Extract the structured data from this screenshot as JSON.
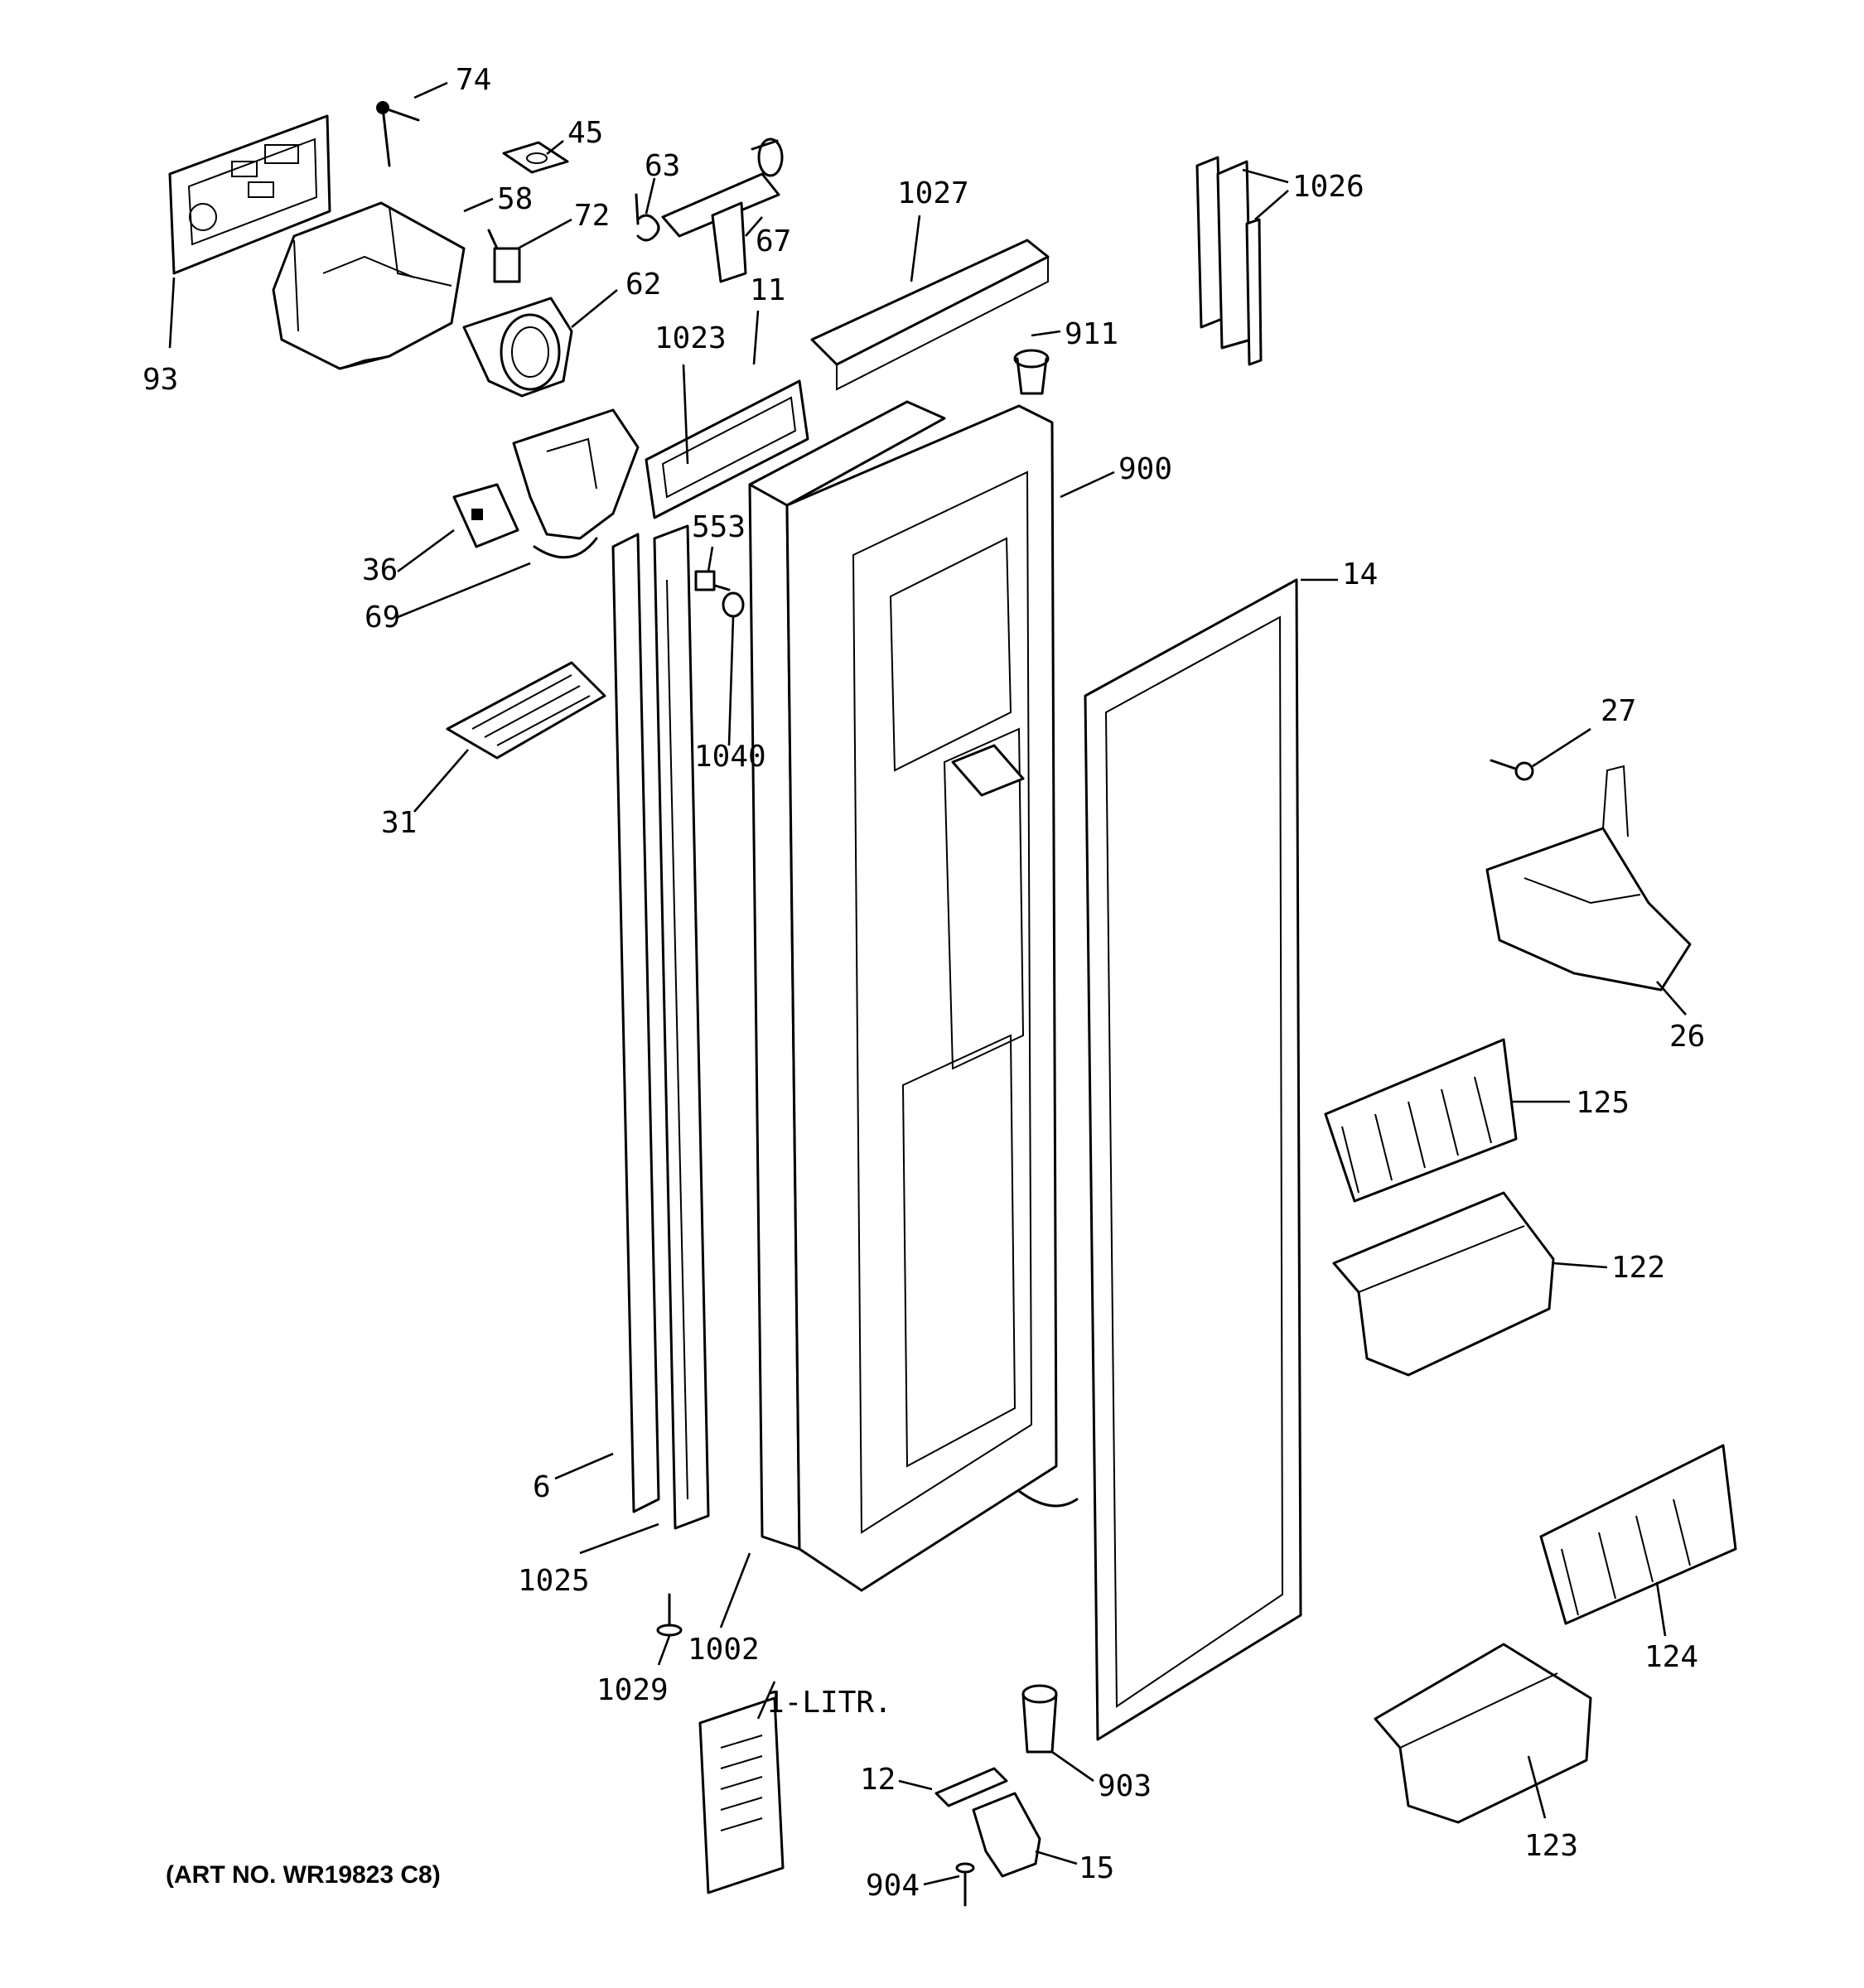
{
  "diagram": {
    "art_number": "(ART NO. WR19823 C8)",
    "callouts": [
      {
        "id": "c74",
        "label": "74"
      },
      {
        "id": "c45",
        "label": "45"
      },
      {
        "id": "c63",
        "label": "63"
      },
      {
        "id": "c58",
        "label": "58"
      },
      {
        "id": "c72",
        "label": "72"
      },
      {
        "id": "c67",
        "label": "67"
      },
      {
        "id": "c1027",
        "label": "1027"
      },
      {
        "id": "c1026",
        "label": "1026"
      },
      {
        "id": "c93",
        "label": "93"
      },
      {
        "id": "c62",
        "label": "62"
      },
      {
        "id": "c11",
        "label": "11"
      },
      {
        "id": "c1023",
        "label": "1023"
      },
      {
        "id": "c911",
        "label": "911"
      },
      {
        "id": "c900",
        "label": "900"
      },
      {
        "id": "c553",
        "label": "553"
      },
      {
        "id": "c36",
        "label": "36"
      },
      {
        "id": "c69",
        "label": "69"
      },
      {
        "id": "c14",
        "label": "14"
      },
      {
        "id": "c27",
        "label": "27"
      },
      {
        "id": "c1040",
        "label": "1040"
      },
      {
        "id": "c31",
        "label": "31"
      },
      {
        "id": "c26",
        "label": "26"
      },
      {
        "id": "c125",
        "label": "125"
      },
      {
        "id": "c122",
        "label": "122"
      },
      {
        "id": "c6",
        "label": "6"
      },
      {
        "id": "c1025",
        "label": "1025"
      },
      {
        "id": "c124",
        "label": "124"
      },
      {
        "id": "c1002",
        "label": "1002"
      },
      {
        "id": "c1029",
        "label": "1029"
      },
      {
        "id": "c1litr",
        "label": "1-LITR."
      },
      {
        "id": "c12",
        "label": "12"
      },
      {
        "id": "c903",
        "label": "903"
      },
      {
        "id": "c123",
        "label": "123"
      },
      {
        "id": "c904",
        "label": "904"
      },
      {
        "id": "c15",
        "label": "15"
      }
    ]
  }
}
